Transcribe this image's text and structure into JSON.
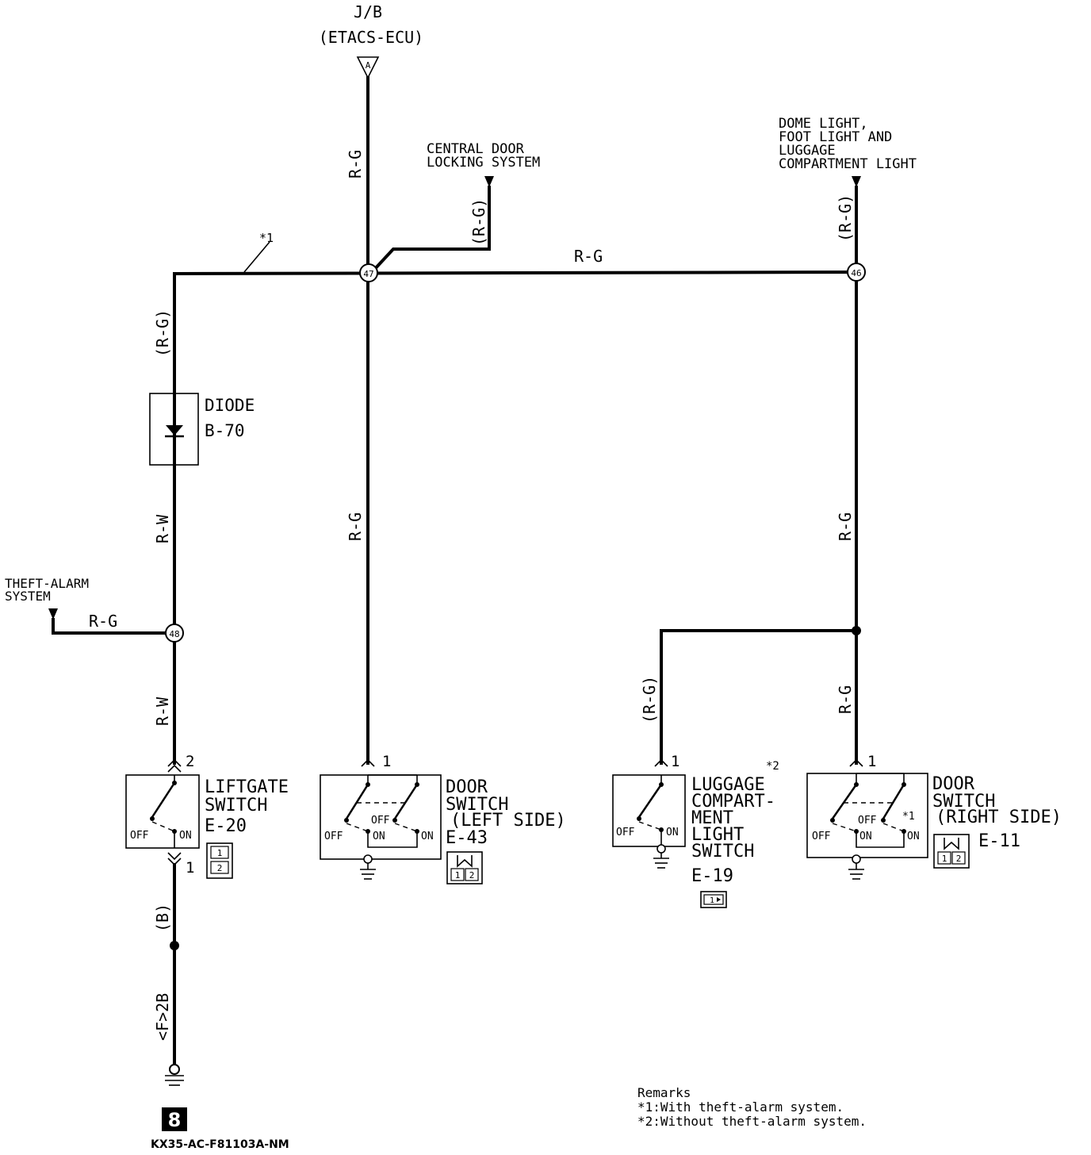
{
  "top": {
    "jb": "J/B",
    "ecu": "(ETACS-ECU)",
    "connector_a": "A"
  },
  "labels": {
    "central_door_1": "CENTRAL DOOR",
    "central_door_2": "LOCKING SYSTEM",
    "dome_1": "DOME LIGHT,",
    "dome_2": "FOOT LIGHT AND",
    "dome_3": "LUGGAGE",
    "dome_4": "COMPARTMENT LIGHT",
    "theft_1": "THEFT-ALARM",
    "theft_2": "SYSTEM",
    "star1": "*1",
    "star2": "*2"
  },
  "wires": {
    "rg": "R-G",
    "rg_paren": "(R-G)",
    "rw": "R-W",
    "b_paren": "(B)",
    "f2b": "<F>2B"
  },
  "junctions": {
    "j47": "47",
    "j46": "46",
    "j48": "48"
  },
  "diode": {
    "name": "DIODE",
    "ref": "B-70"
  },
  "switches": {
    "liftgate": {
      "l1": "LIFTGATE",
      "l2": "SWITCH",
      "ref": "E-20",
      "pin_top": "2",
      "pin_bot": "1",
      "off": "OFF",
      "on": "ON",
      "conn1": "1",
      "conn2": "2"
    },
    "door_left": {
      "l1": "DOOR",
      "l2": "SWITCH",
      "l3": "(LEFT SIDE)",
      "ref": "E-43",
      "pin": "1",
      "off": "OFF",
      "on": "ON",
      "conn1": "1",
      "conn2": "2"
    },
    "luggage": {
      "l1": "LUGGAGE",
      "l2": "COMPART-",
      "l3": "MENT",
      "l4": "LIGHT",
      "l5": "SWITCH",
      "ref": "E-19",
      "pin": "1",
      "off": "OFF",
      "on": "ON",
      "conn1": "1"
    },
    "door_right": {
      "l1": "DOOR",
      "l2": "SWITCH",
      "l3": "(RIGHT SIDE)",
      "ref": "E-11",
      "pin": "1",
      "off": "OFF",
      "on": "ON",
      "star": "*1",
      "conn1": "1",
      "conn2": "2"
    }
  },
  "ground": {
    "badge": "8",
    "code": "KX35-AC-F81103A-NM"
  },
  "remarks": {
    "title": "Remarks",
    "r1": "*1:With theft-alarm system.",
    "r2": "*2:Without theft-alarm system."
  }
}
